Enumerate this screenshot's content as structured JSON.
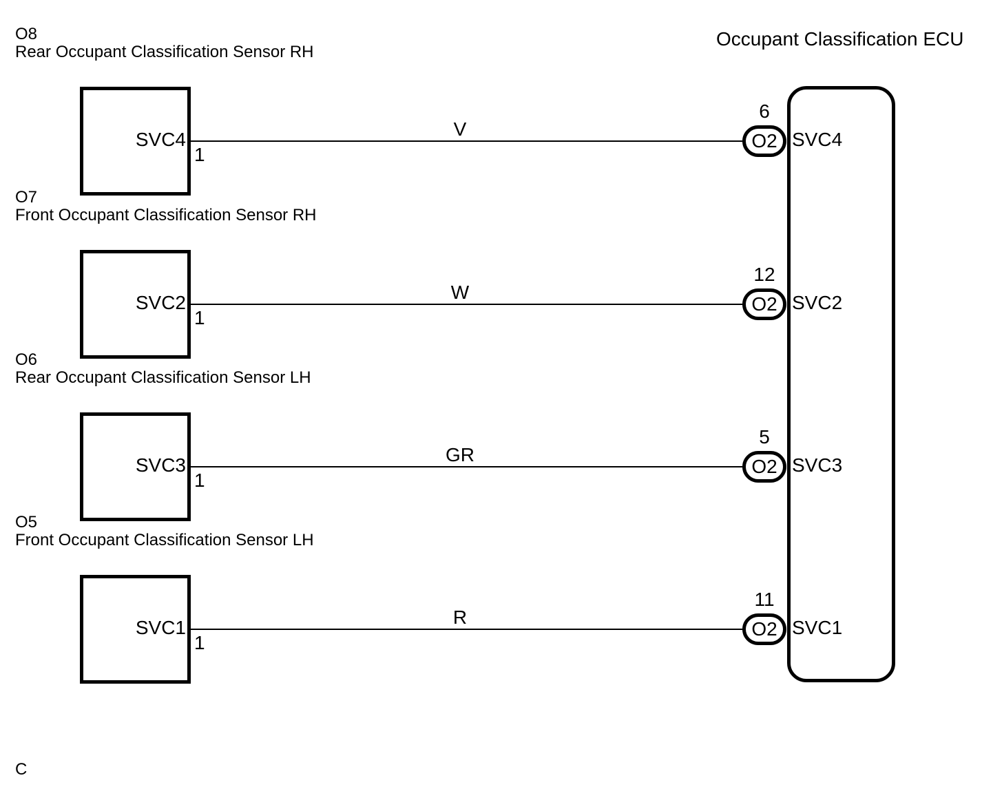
{
  "diagram": {
    "ecu_title": "Occupant Classification ECU",
    "footer_note": "C",
    "rows": [
      {
        "connector_code": "O8",
        "connector_name": "Rear Occupant Classification Sensor RH",
        "sensor_terminal": "SVC4",
        "sensor_pin": "1",
        "wire_color": "V",
        "ecu_pin": "6",
        "ecu_connector": "O2",
        "ecu_terminal": "SVC4"
      },
      {
        "connector_code": "O7",
        "connector_name": "Front Occupant Classification Sensor RH",
        "sensor_terminal": "SVC2",
        "sensor_pin": "1",
        "wire_color": "W",
        "ecu_pin": "12",
        "ecu_connector": "O2",
        "ecu_terminal": "SVC2"
      },
      {
        "connector_code": "O6",
        "connector_name": "Rear Occupant Classification Sensor LH",
        "sensor_terminal": "SVC3",
        "sensor_pin": "1",
        "wire_color": "GR",
        "ecu_pin": "5",
        "ecu_connector": "O2",
        "ecu_terminal": "SVC3"
      },
      {
        "connector_code": "O5",
        "connector_name": "Front Occupant Classification Sensor LH",
        "sensor_terminal": "SVC1",
        "sensor_pin": "1",
        "wire_color": "R",
        "ecu_pin": "11",
        "ecu_connector": "O2",
        "ecu_terminal": "SVC1"
      }
    ]
  }
}
